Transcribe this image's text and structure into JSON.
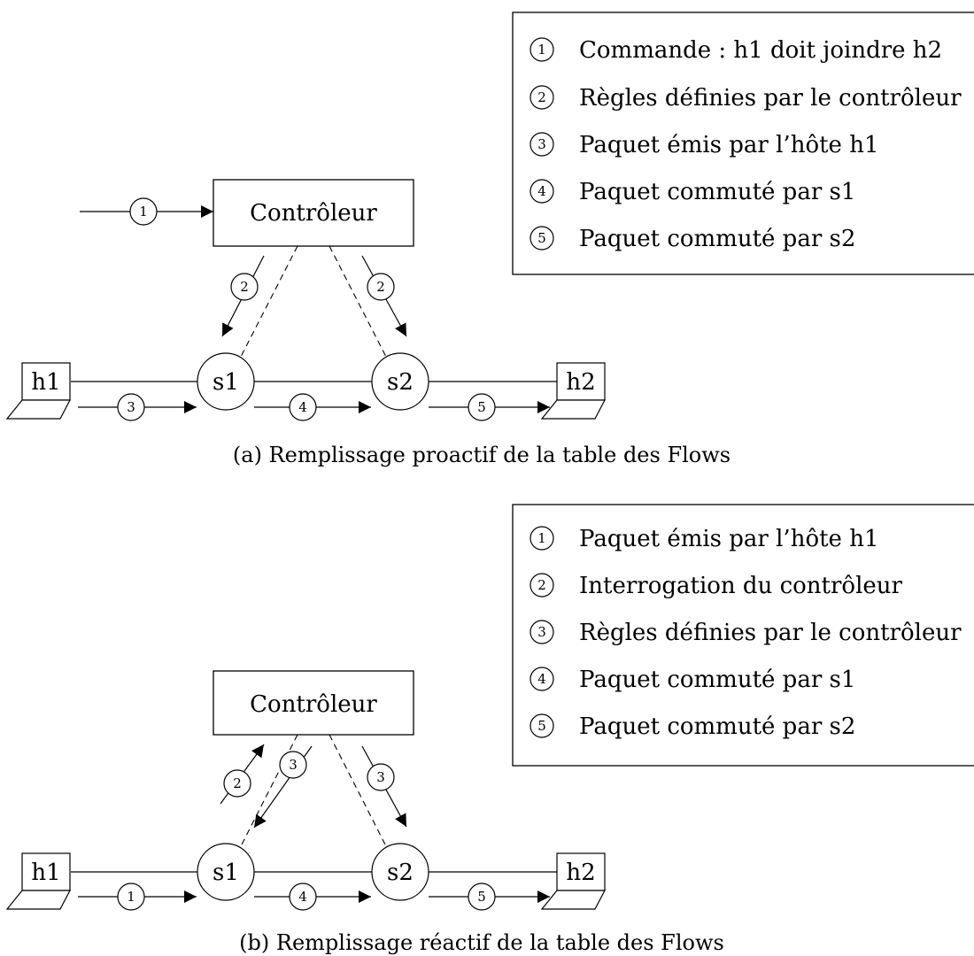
{
  "diagrams": [
    {
      "id": "a",
      "controller": "Contrôleur",
      "hosts": [
        "h1",
        "h2"
      ],
      "switches": [
        "s1",
        "s2"
      ],
      "caption": "(a) Remplissage proactif de la table des Flows",
      "legend": [
        {
          "num": "1",
          "text": "Commande : h1 doit joindre h2"
        },
        {
          "num": "2",
          "text": "Règles définies par le contrôleur"
        },
        {
          "num": "3",
          "text": "Paquet émis par l’hôte h1"
        },
        {
          "num": "4",
          "text": "Paquet commuté par s1"
        },
        {
          "num": "5",
          "text": "Paquet commuté par s2"
        }
      ],
      "steps": {
        "command": "1",
        "ctrl_s1": "2",
        "ctrl_s2": "2",
        "h1_s1": "3",
        "s1_s2": "4",
        "s2_h2": "5"
      }
    },
    {
      "id": "b",
      "controller": "Contrôleur",
      "hosts": [
        "h1",
        "h2"
      ],
      "switches": [
        "s1",
        "s2"
      ],
      "caption": "(b) Remplissage réactif de la table des Flows",
      "legend": [
        {
          "num": "1",
          "text": "Paquet émis par l’hôte h1"
        },
        {
          "num": "2",
          "text": "Interrogation du contrôleur"
        },
        {
          "num": "3",
          "text": "Règles définies par le contrôleur"
        },
        {
          "num": "4",
          "text": "Paquet commuté par s1"
        },
        {
          "num": "5",
          "text": "Paquet commuté par s2"
        }
      ],
      "steps": {
        "s1_ctrl": "2",
        "ctrl_s1": "3",
        "ctrl_s2": "3",
        "h1_s1": "1",
        "s1_s2": "4",
        "s2_h2": "5"
      }
    }
  ]
}
